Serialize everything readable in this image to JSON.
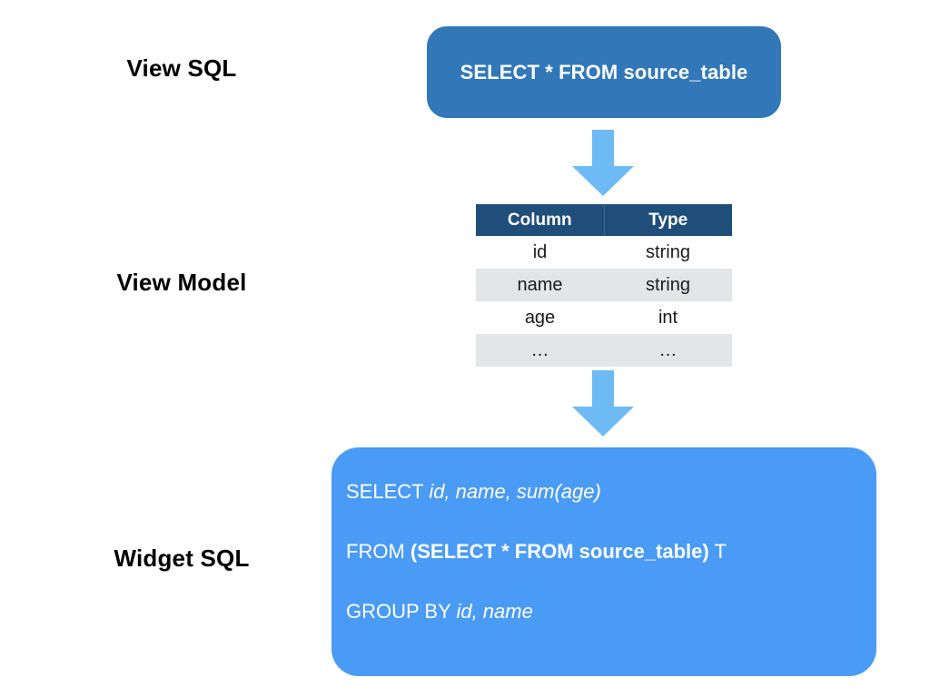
{
  "diagram": {
    "title": "View SQL to Widget SQL transformation",
    "colors": {
      "view_sql_box": "#3278B8",
      "widget_sql_box": "#4A9BF5",
      "arrow": "#6EBAF5",
      "table_header": "#204E7A",
      "table_band_row": "#E3E5E8",
      "text_dark": "#000000",
      "text_light": "#FFFFFF"
    }
  },
  "labels": {
    "view_sql": "View SQL",
    "view_model": "View Model",
    "widget_sql": "Widget SQL"
  },
  "view_sql": {
    "statement": "SELECT * FROM source_table"
  },
  "arrows": {
    "first": "down-arrow-icon",
    "second": "down-arrow-icon"
  },
  "view_model": {
    "columns": [
      "Column",
      "Type"
    ],
    "rows": [
      {
        "column": "id",
        "type": "string"
      },
      {
        "column": "name",
        "type": "string"
      },
      {
        "column": "age",
        "type": "int"
      },
      {
        "column": "…",
        "type": "…"
      }
    ]
  },
  "widget_sql": {
    "lines": [
      {
        "id": "select-line",
        "parts": [
          {
            "text": "SELECT ",
            "style": "plain"
          },
          {
            "text": "id, name, sum(age)",
            "style": "italic"
          }
        ]
      },
      {
        "id": "from-line",
        "parts": [
          {
            "text": "FROM ",
            "style": "plain"
          },
          {
            "text": "(SELECT * FROM source_table)",
            "style": "bold"
          },
          {
            "text": " T",
            "style": "plain"
          }
        ]
      },
      {
        "id": "group-by-line",
        "parts": [
          {
            "text": "GROUP BY ",
            "style": "plain"
          },
          {
            "text": "id, name",
            "style": "italic"
          }
        ]
      }
    ],
    "line_1_prefix": "SELECT ",
    "line_1_italic": "id, name, sum(age)",
    "line_2_prefix": "FROM ",
    "line_2_bold": "(SELECT * FROM source_table)",
    "line_2_suffix": " T",
    "line_3_prefix": "GROUP BY ",
    "line_3_italic": "id, name"
  }
}
